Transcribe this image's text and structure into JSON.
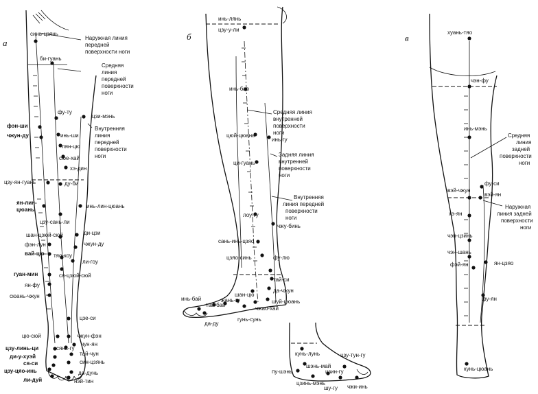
{
  "panels": {
    "a": "а",
    "b": "б",
    "v": "в"
  },
  "panel_a": {
    "annotations": [
      {
        "id": "outer-front-line",
        "lines": [
          "Наружная линия",
          "передней",
          "поверхности ноги"
        ]
      },
      {
        "id": "mid-front-line",
        "lines": [
          "Средняя",
          "линия",
          "передней",
          "поверхности",
          "ноги"
        ]
      },
      {
        "id": "inner-front-line",
        "lines": [
          "Внутренняя",
          "линия",
          "передней",
          "поверхности",
          "ноги"
        ]
      }
    ],
    "points": [
      {
        "label": "синь-цзянь",
        "bold": false
      },
      {
        "label": "би-гуань",
        "bold": false
      },
      {
        "label": "фу-ту",
        "bold": false
      },
      {
        "label": "цзи-мэнь",
        "bold": false
      },
      {
        "label": "фэн-ши",
        "bold": true
      },
      {
        "label": "чжун-ду",
        "bold": true
      },
      {
        "label": "инь-ши",
        "bold": false
      },
      {
        "label": "лян-цю",
        "bold": false
      },
      {
        "label": "сюе-хай",
        "bold": false
      },
      {
        "label": "хэ-дин",
        "bold": false
      },
      {
        "label": "цзу-ян-гуань",
        "bold": false
      },
      {
        "label": "ду-би",
        "bold": false
      },
      {
        "label": "ян-лин-",
        "bold": true
      },
      {
        "label": "цюань",
        "bold": true
      },
      {
        "label": "инь-лин-цюань",
        "bold": false
      },
      {
        "label": "цзу-сань-ли",
        "bold": false
      },
      {
        "label": "шан-цзюй-сюй",
        "bold": false
      },
      {
        "label": "ди-цзи",
        "bold": false
      },
      {
        "label": "фэн-лун",
        "bold": false
      },
      {
        "label": "чжун-ду",
        "bold": false
      },
      {
        "label": "вай-цю",
        "bold": true
      },
      {
        "label": "тяо-коу",
        "bold": false
      },
      {
        "label": "ли-гоу",
        "bold": false
      },
      {
        "label": "гуан-мин",
        "bold": true
      },
      {
        "label": "ся-цзюй-сюй",
        "bold": false
      },
      {
        "label": "ян-фу",
        "bold": false
      },
      {
        "label": "сюань-чжун",
        "bold": false
      },
      {
        "label": "цзе-си",
        "bold": false
      },
      {
        "label": "цю-сюй",
        "bold": false
      },
      {
        "label": "чжун-фэн",
        "bold": false
      },
      {
        "label": "цзу-линь-ци",
        "bold": true
      },
      {
        "label": "сянь-гу",
        "bold": false
      },
      {
        "label": "чун-ян",
        "bold": false
      },
      {
        "label": "ди-у-хуэй",
        "bold": true
      },
      {
        "label": "тай-чун",
        "bold": false
      },
      {
        "label": "ся-си",
        "bold": true
      },
      {
        "label": "син-цзянь",
        "bold": false
      },
      {
        "label": "цзу-цяо-инь",
        "bold": true
      },
      {
        "label": "да-дунь",
        "bold": false
      },
      {
        "label": "ли-дуй",
        "bold": true
      },
      {
        "label": "нэй-тин",
        "bold": false
      }
    ]
  },
  "panel_b": {
    "annotations": [
      {
        "id": "mid-inner-line",
        "lines": [
          "Средняя линия",
          "внутренней",
          "поверхности",
          "ноги"
        ]
      },
      {
        "id": "back-inner-line",
        "lines": [
          "Задняя линия",
          "внутренней",
          "поверхности",
          "ноги"
        ]
      },
      {
        "id": "inner-front-line-b",
        "lines": [
          "Внутренняя",
          "линия передней",
          "поверхности",
          "ноги"
        ]
      }
    ],
    "points": [
      {
        "label": "инь-лянь"
      },
      {
        "label": "цзу-у-ли"
      },
      {
        "label": "инь-бао"
      },
      {
        "label": "цюй-цюань"
      },
      {
        "label": "инь-гу"
      },
      {
        "label": "ци-гуань"
      },
      {
        "label": "лоу-гу"
      },
      {
        "label": "чжу-бинь"
      },
      {
        "label": "сань-инь-цзяо"
      },
      {
        "label": "цзяо-синь"
      },
      {
        "label": "фу-лю"
      },
      {
        "label": "тай-си"
      },
      {
        "label": "да-чжун"
      },
      {
        "label": "шан-цю"
      },
      {
        "label": "шуй-цюань"
      },
      {
        "label": "инь-бай"
      },
      {
        "label": "жань-гу"
      },
      {
        "label": "тай-бай"
      },
      {
        "label": "чжао-хай"
      },
      {
        "label": "гунь-сунь"
      },
      {
        "label": "да-ду"
      }
    ]
  },
  "panel_foot": {
    "points": [
      {
        "label": "кунь-лунь"
      },
      {
        "label": "цзу-тун-гу"
      },
      {
        "label": "шэнь-май"
      },
      {
        "label": "пу-шэнь"
      },
      {
        "label": "цзин-гу"
      },
      {
        "label": "цзинь-мэнь"
      },
      {
        "label": "шу-гу"
      },
      {
        "label": "чжи-инь"
      }
    ]
  },
  "panel_v": {
    "annotations": [
      {
        "id": "mid-back-line",
        "lines": [
          "Средняя",
          "линия",
          "задней",
          "поверхности",
          "ноги"
        ]
      },
      {
        "id": "outer-back-line",
        "lines": [
          "Наружная",
          "линия задней",
          "поверхности",
          "ноги"
        ]
      }
    ],
    "points": [
      {
        "label": "хуань-тяо"
      },
      {
        "label": "чэн-фу"
      },
      {
        "label": "инь-мэнь"
      },
      {
        "label": "фу-си"
      },
      {
        "label": "вэй-чжун"
      },
      {
        "label": "вэй-ян"
      },
      {
        "label": "хэ-ян"
      },
      {
        "label": "чэн-цзинь"
      },
      {
        "label": "чэн-шань"
      },
      {
        "label": "фэй-ян"
      },
      {
        "label": "ян-цзяо"
      },
      {
        "label": "фу-ян"
      },
      {
        "label": "кунь-цюань"
      }
    ]
  }
}
